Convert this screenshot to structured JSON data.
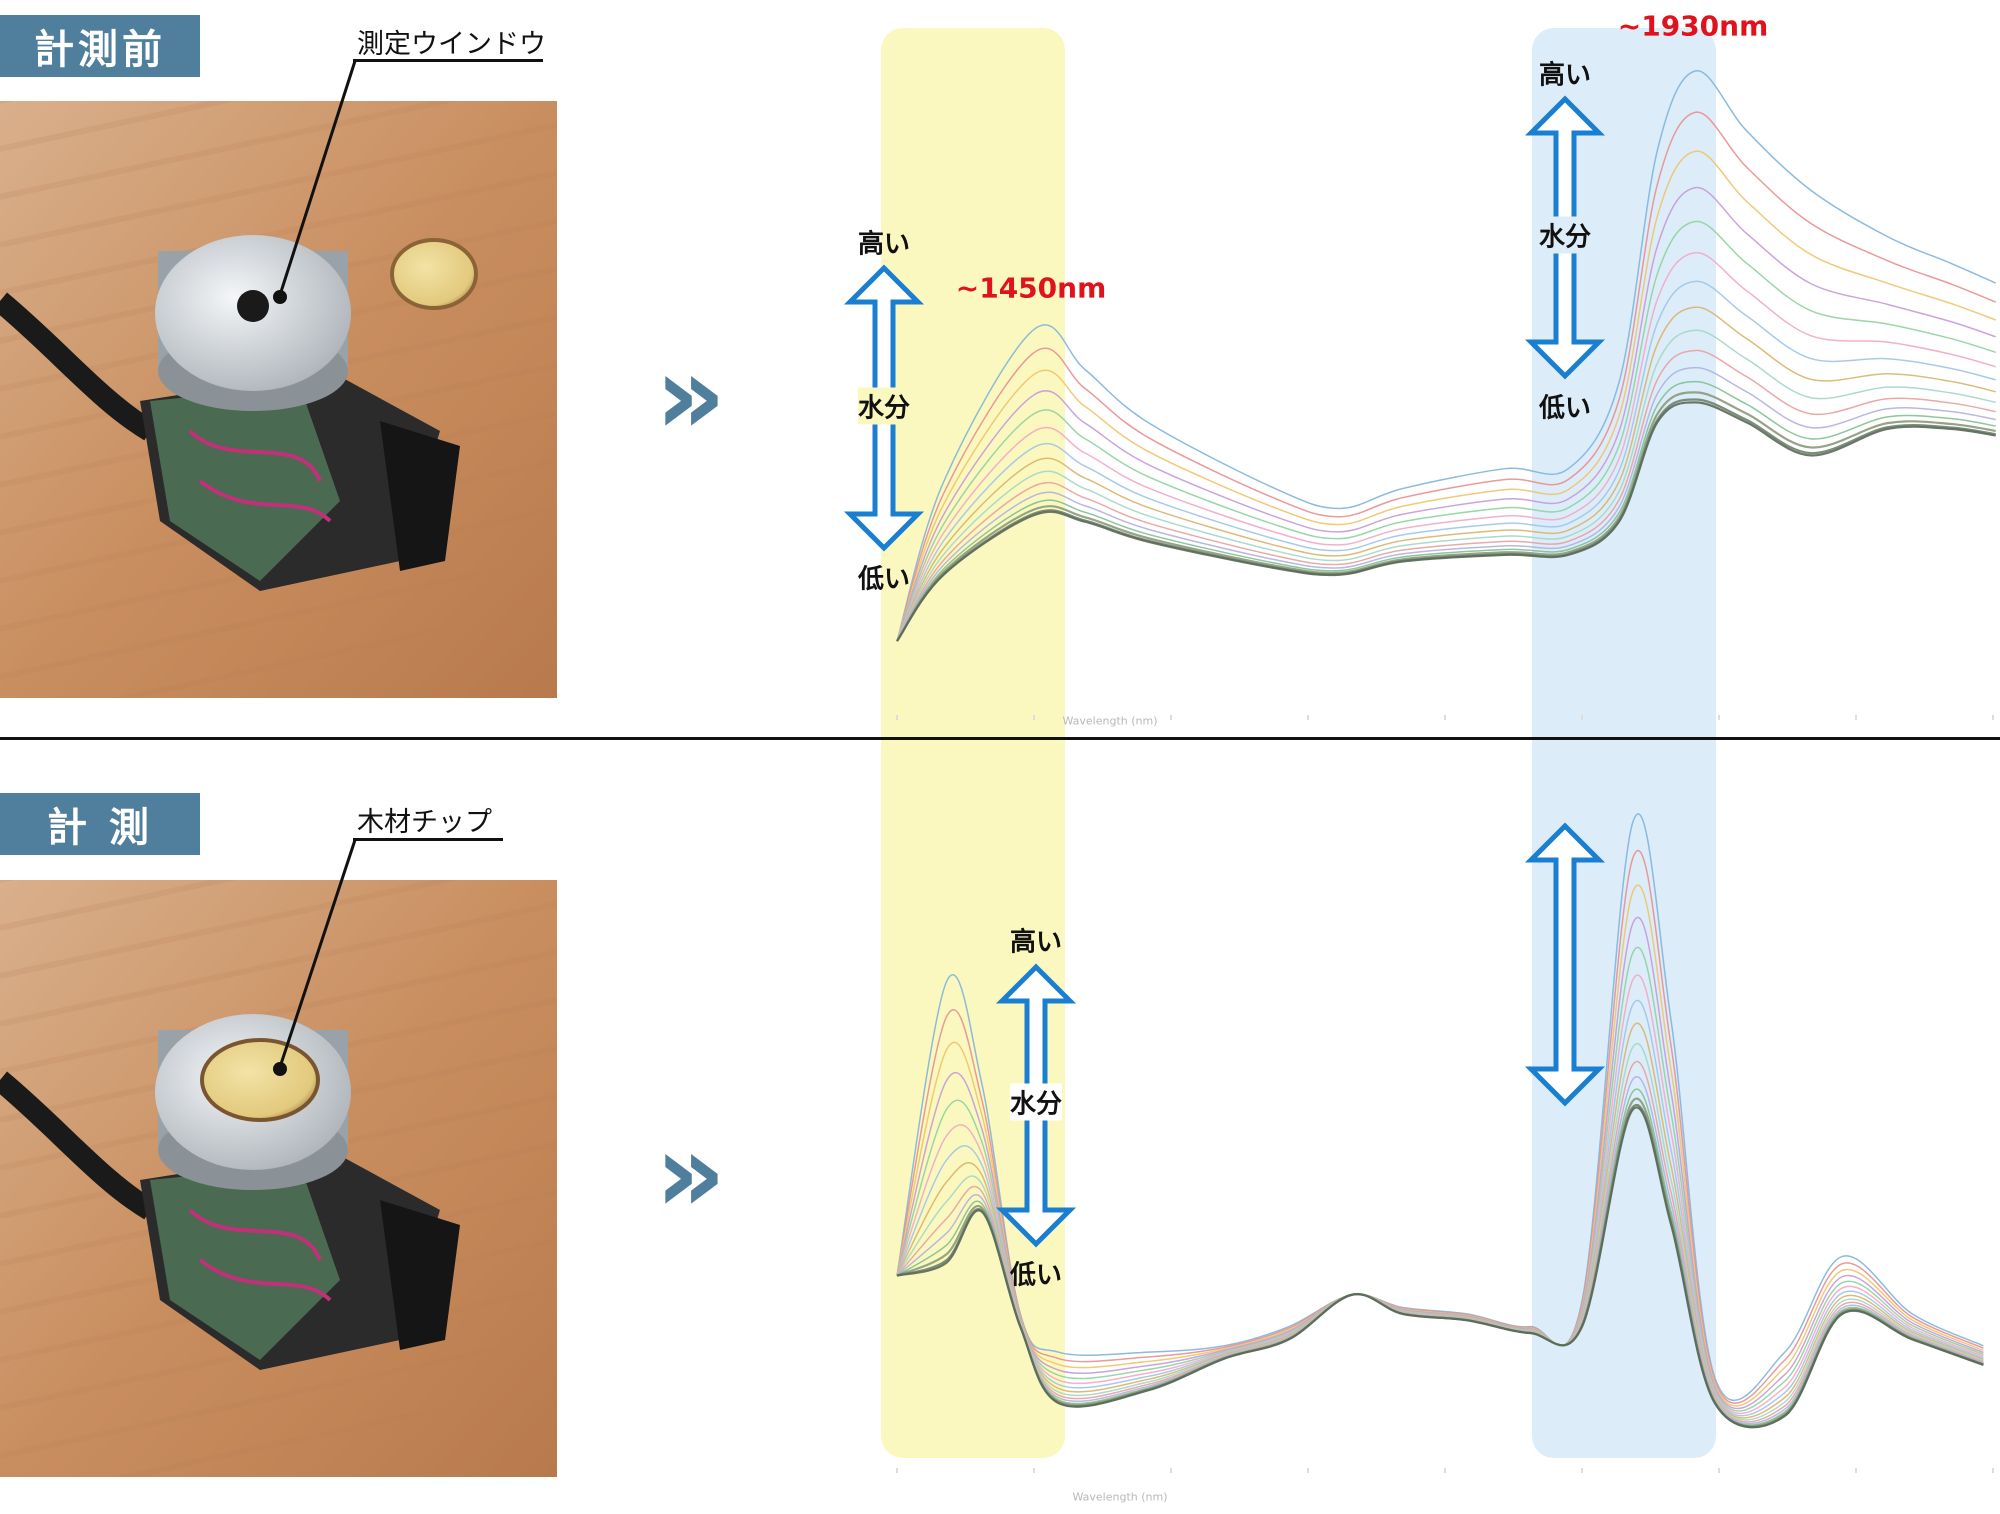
{
  "sections": [
    {
      "header": "計測前",
      "callout": "測定ウインドウ"
    },
    {
      "header": "計 測",
      "callout": "木材チップ"
    }
  ],
  "annotations": {
    "high": "高い",
    "moisture": "水分",
    "low": "低い",
    "peak1": "~1450nm",
    "peak2": "~1930nm"
  },
  "colors": {
    "header_bg": "#4f7f9c",
    "band_1450": "#fbf8bf",
    "band_1930": "#dcedf9",
    "arrow": "#1a7fd0",
    "peak_label": "#e0121b"
  },
  "chart_data": [
    {
      "type": "line",
      "title": "計測前",
      "xlabel": "Wavelength (nm)",
      "xlim": [
        1350,
        2160
      ],
      "series_count": 15,
      "envelope_x": [
        1350,
        1384,
        1450,
        1487,
        1533,
        1626,
        1673,
        1719,
        1794,
        1840,
        1877,
        1905,
        1933,
        1970,
        2017,
        2073,
        2119,
        2152
      ],
      "envelope_high": [
        0.11,
        0.35,
        0.58,
        0.52,
        0.44,
        0.34,
        0.31,
        0.34,
        0.37,
        0.37,
        0.5,
        0.85,
        0.97,
        0.88,
        0.79,
        0.72,
        0.68,
        0.65
      ],
      "envelope_low": [
        0.11,
        0.21,
        0.3,
        0.29,
        0.26,
        0.22,
        0.21,
        0.23,
        0.24,
        0.24,
        0.29,
        0.44,
        0.47,
        0.44,
        0.39,
        0.43,
        0.43,
        0.42
      ]
    },
    {
      "type": "line",
      "title": "計 測",
      "xlabel": "Wavelength (nm)",
      "xlim": [
        1350,
        2160
      ],
      "series_count": 15,
      "envelope_x": [
        1350,
        1386,
        1412,
        1440,
        1468,
        1533,
        1589,
        1636,
        1682,
        1719,
        1766,
        1812,
        1850,
        1887,
        1915,
        1947,
        1998,
        2040,
        2091,
        2143
      ],
      "envelope_high": [
        0.3,
        0.76,
        0.6,
        0.24,
        0.18,
        0.18,
        0.19,
        0.22,
        0.27,
        0.25,
        0.24,
        0.22,
        0.26,
        1.01,
        0.7,
        0.14,
        0.18,
        0.33,
        0.24,
        0.19
      ],
      "envelope_low": [
        0.3,
        0.32,
        0.4,
        0.22,
        0.1,
        0.12,
        0.17,
        0.2,
        0.27,
        0.24,
        0.23,
        0.21,
        0.22,
        0.56,
        0.38,
        0.1,
        0.08,
        0.24,
        0.2,
        0.16
      ]
    }
  ]
}
